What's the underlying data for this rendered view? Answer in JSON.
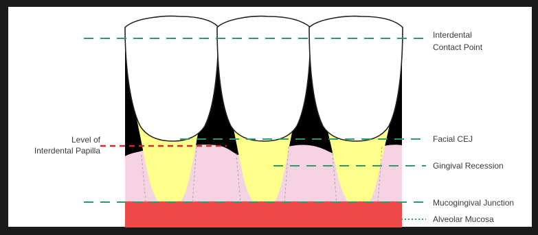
{
  "labels": {
    "contact_point": [
      "Interdental",
      "Contact Point"
    ],
    "papilla_level": [
      "Level of",
      "Interdental Papilla"
    ],
    "facial_cej": "Facial CEJ",
    "gingival_recession": "Gingival Recession",
    "mucogingival_junction": "Mucogingival Junction",
    "alveolar_mucosa": "Alveolar Mucosa"
  },
  "colors": {
    "background": "#ffffff",
    "frame": "#1a1a1a",
    "crown": "#ffffff",
    "root": "#ffff8c",
    "gingiva": "#f6d3e2",
    "interproximal_space": "#000000",
    "alveolar_mucosa": "#ee4a4a",
    "reference_line": "#2e9a6b",
    "papilla_line": "#d12a2a"
  }
}
